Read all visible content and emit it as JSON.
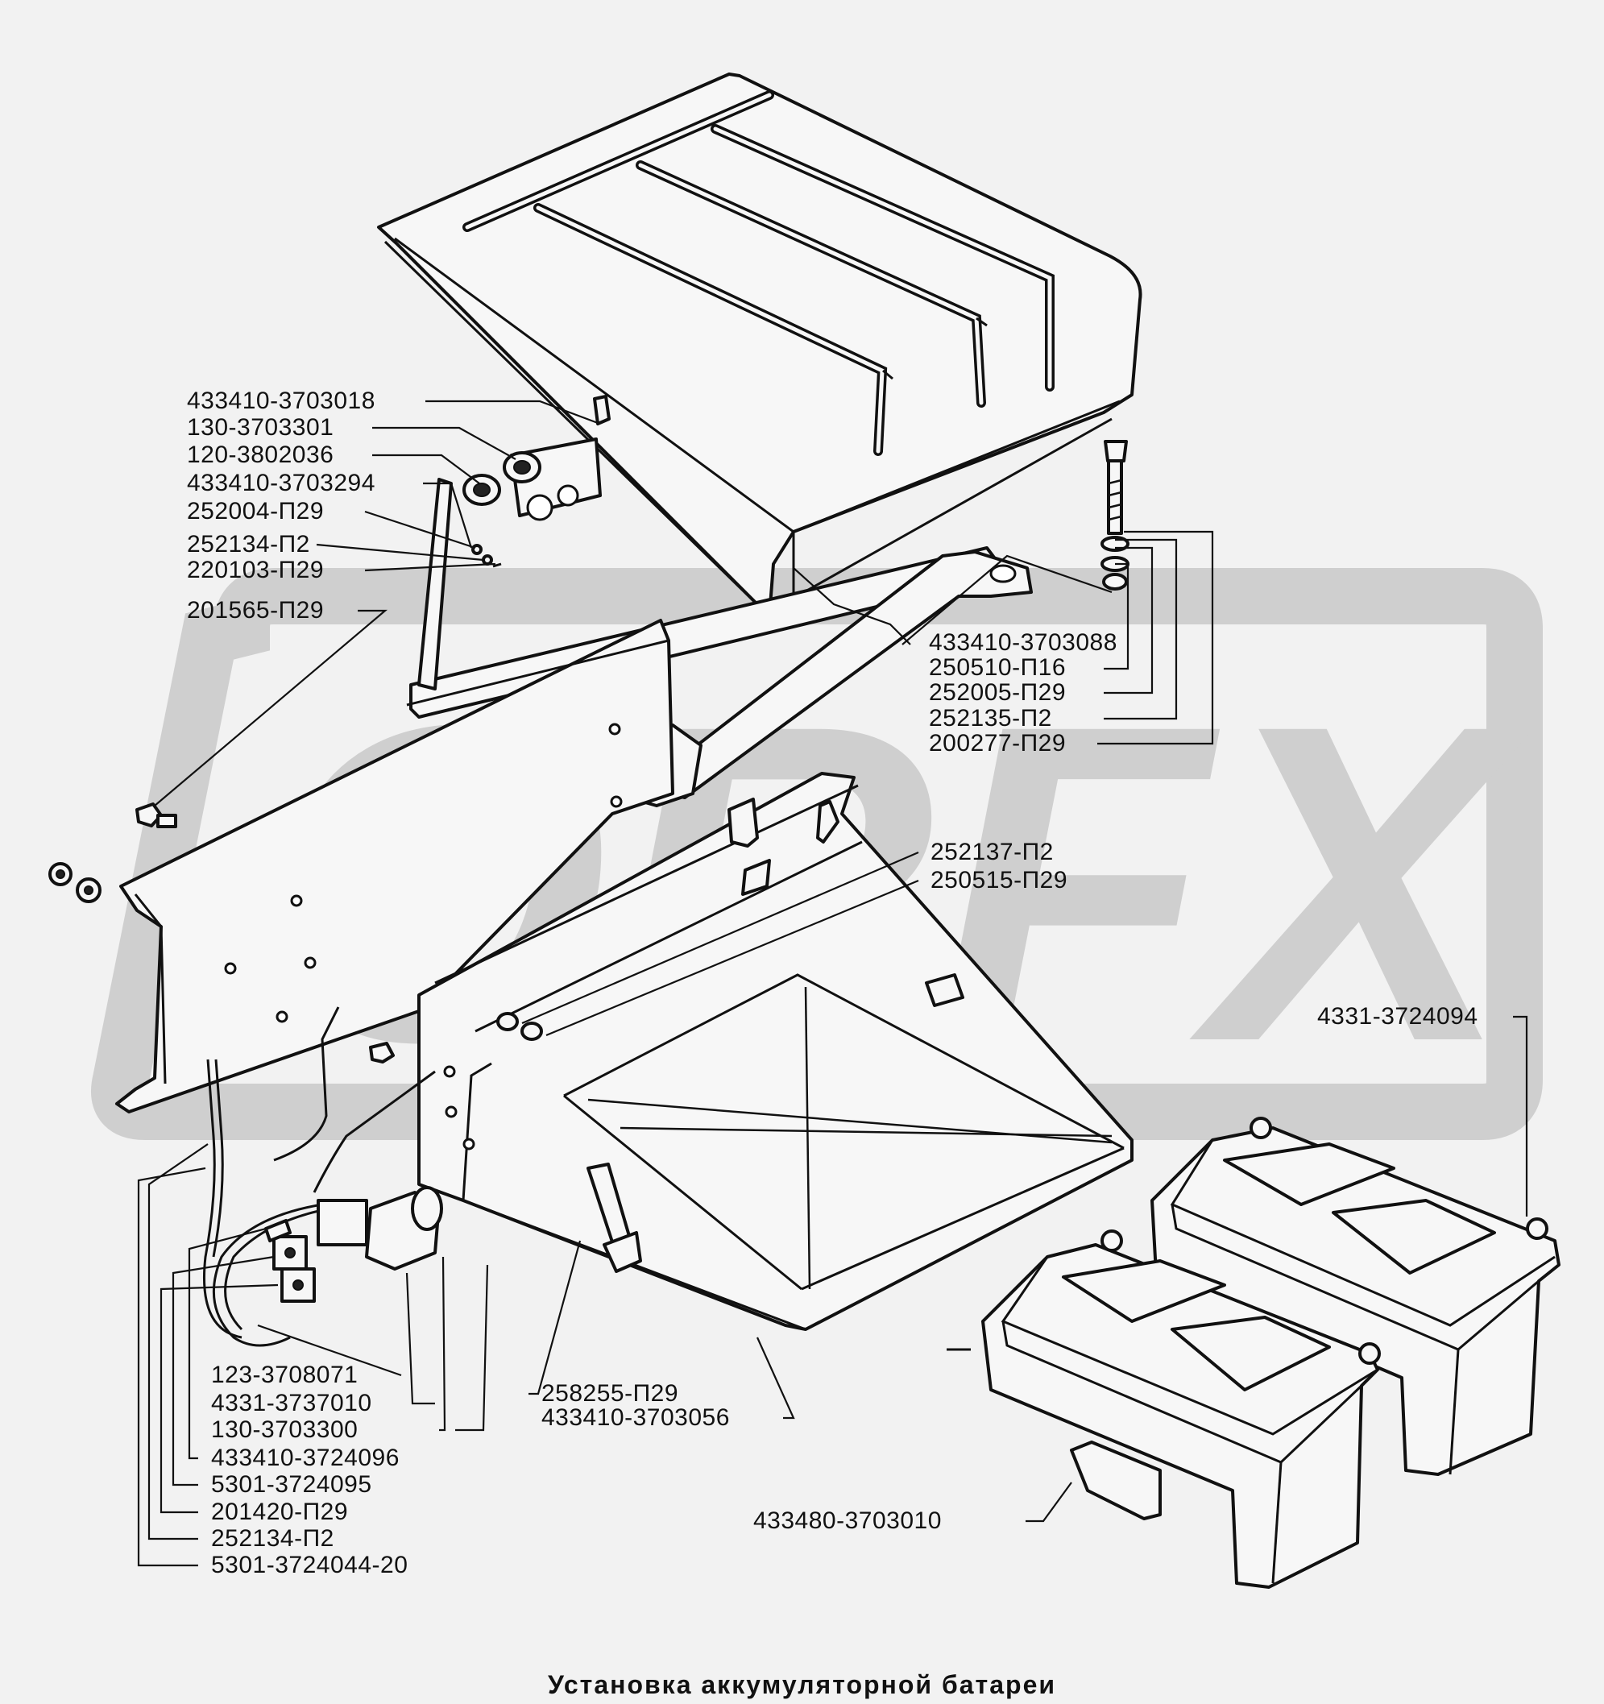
{
  "watermark": {
    "text": "ORFX",
    "color": "#cfcfcf"
  },
  "caption": "Установка аккумуляторной батареи",
  "labels": {
    "p433410_3703018": "433410-3703018",
    "p130_3703301": "130-3703301",
    "p120_3802036": "120-3802036",
    "p433410_3703294": "433410-3703294",
    "p252004_P29": "252004-П29",
    "p252134_P2_top": "252134-П2",
    "p220103_P29": "220103-П29",
    "p201565_P29": "201565-П29",
    "p433410_3703088": "433410-3703088",
    "p250510_P16": "250510-П16",
    "p252005_P29": "252005-П29",
    "p252135_P2": "252135-П2",
    "p200277_P29": "200277-П29",
    "p252137_P2": "252137-П2",
    "p250515_P29": "250515-П29",
    "p4331_3724094": "4331-3724094",
    "p123_3708071": "123-3708071",
    "p4331_3737010": "4331-3737010",
    "p130_3703300": "130-3703300",
    "p433410_3724096": "433410-3724096",
    "p5301_3724095": "5301-3724095",
    "p201420_P29": "201420-П29",
    "p252134_P2_bottom": "252134-П2",
    "p5301_3724044_20": "5301-3724044-20",
    "p258255_P29": "258255-П29",
    "p433410_3703056": "433410-3703056",
    "p433480_3703010": "433480-3703010"
  }
}
